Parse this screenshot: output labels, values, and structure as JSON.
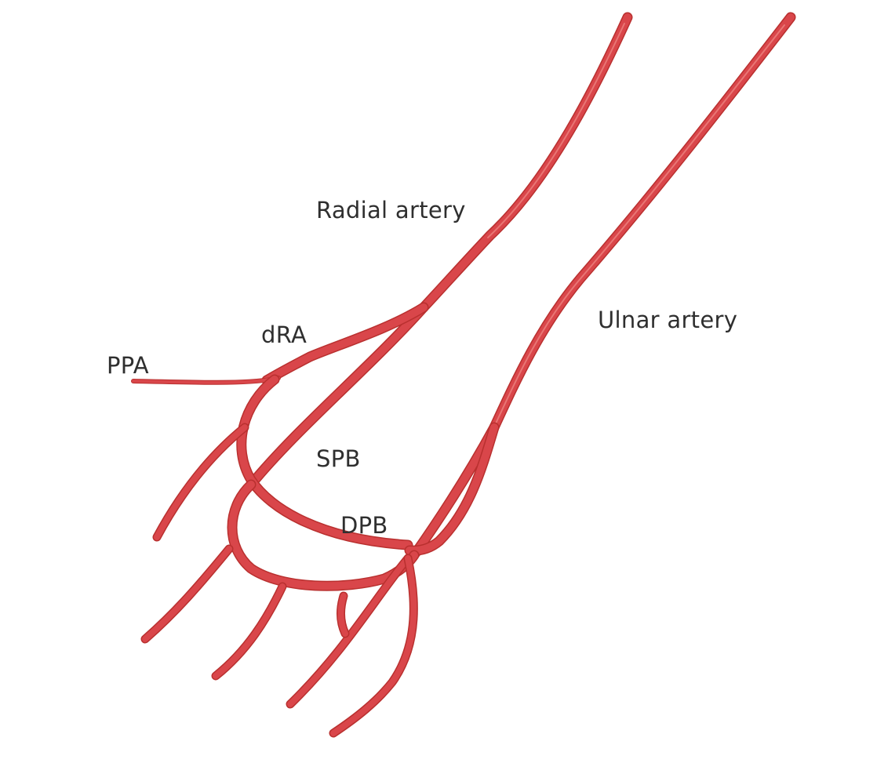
{
  "labels": {
    "radial": "Radial artery",
    "ulnar": "Ulnar artery",
    "dra": "dRA",
    "ppa": "PPA",
    "spb": "SPB",
    "dpb": "DPB"
  },
  "colors": {
    "artery": "#d9464a",
    "artery_dark": "#b9302f",
    "highlight": "#f08a86",
    "label_text": "#2f2f2f",
    "background": "#ffffff"
  }
}
